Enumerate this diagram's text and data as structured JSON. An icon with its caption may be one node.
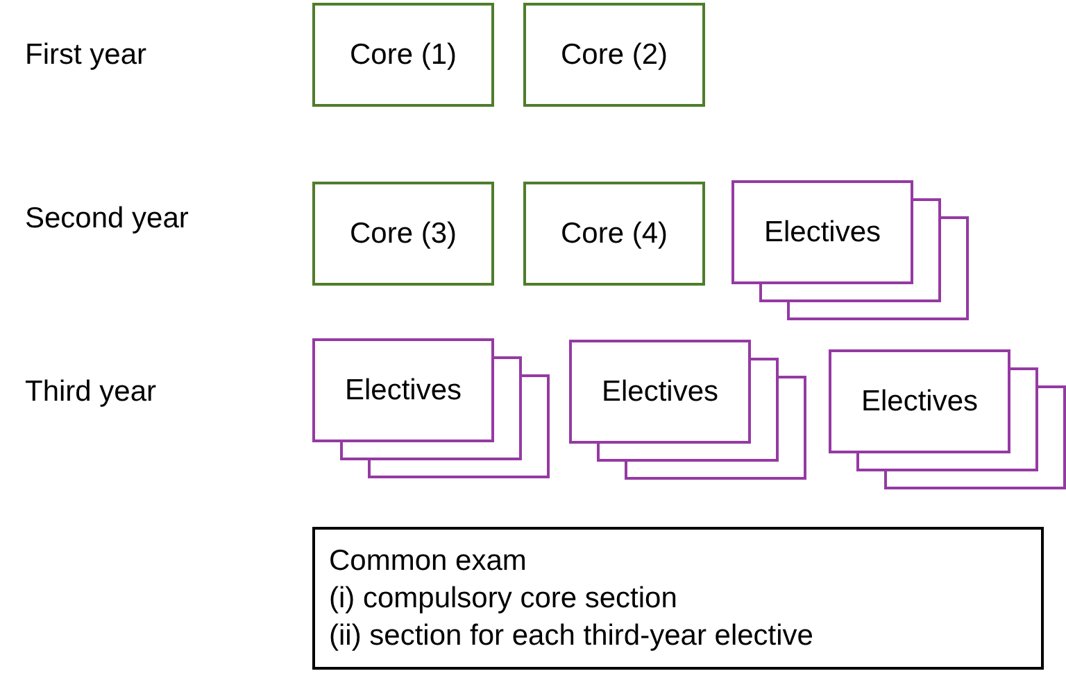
{
  "diagram": {
    "nodes": [
      {
        "text": [
          "Core (1)"
        ]
      },
      {
        "text": [
          "Core (2)"
        ]
      },
      {
        "text": [
          "Core (3)"
        ]
      },
      {
        "text": [
          "Core (4)"
        ]
      },
      {
        "text": [
          "Electives"
        ]
      },
      {
        "text": [
          "Electives"
        ]
      },
      {
        "text": [
          "Electives"
        ]
      },
      {
        "text": [
          "Electives"
        ]
      },
      {
        "text": [
          "Common exam",
          "(i) compulsory core section",
          "(ii) section for each third-year elective"
        ]
      }
    ],
    "labels": [
      "First year",
      "Second year",
      "Third year"
    ]
  }
}
